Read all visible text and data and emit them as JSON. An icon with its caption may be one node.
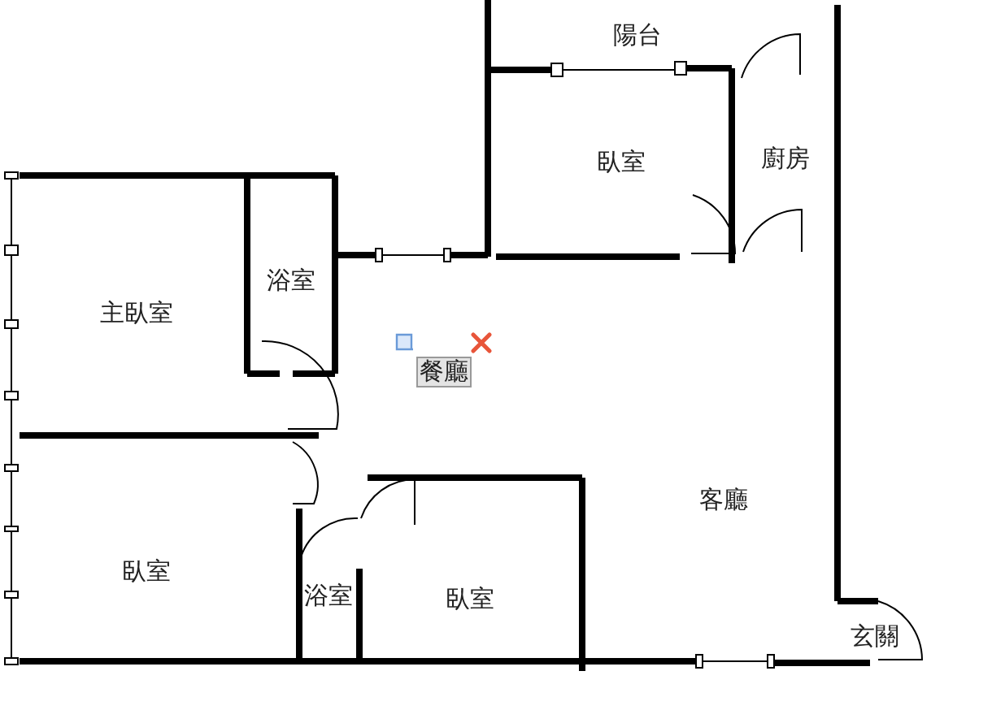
{
  "diagram": {
    "labels": [
      "陽台",
      "臥室",
      "廚房",
      "浴室",
      "主臥室",
      "餐廳",
      "客廳",
      "臥室",
      "浴室",
      "臥室",
      "玄關"
    ]
  }
}
